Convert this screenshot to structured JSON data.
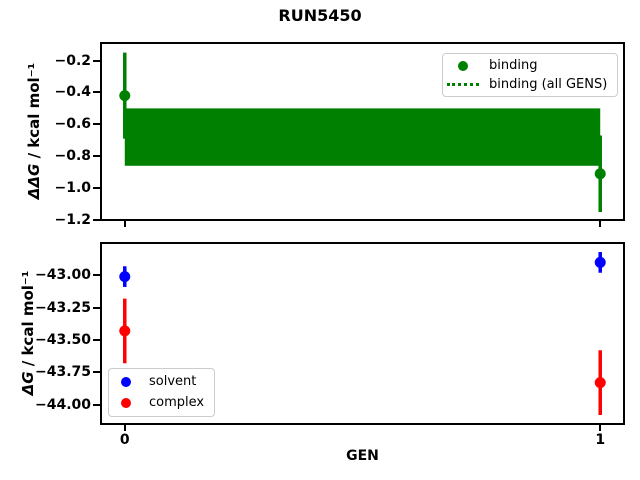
{
  "figure": {
    "title": "RUN5450"
  },
  "chart_data": [
    {
      "type": "scatter",
      "ylabel": "ΔΔG / kcal mol⁻¹",
      "ylabel_symbol": "ΔΔG",
      "ylabel_units": " / kcal mol⁻¹",
      "xlim": [
        -0.05,
        1.05
      ],
      "ylim": [
        -1.2,
        -0.09
      ],
      "xticks": [
        0,
        1
      ],
      "xtick_labels": [
        "",
        ""
      ],
      "yticks": [
        -0.2,
        -0.4,
        -0.6,
        -0.8,
        -1.0,
        -1.2
      ],
      "ytick_labels": [
        "−0.2",
        "−0.4",
        "−0.6",
        "−0.8",
        "−1.0",
        "−1.2"
      ],
      "grid": false,
      "series": [
        {
          "name": "binding",
          "marker": "circle",
          "color": "#008000",
          "x": [
            0,
            1
          ],
          "y": [
            -0.42,
            -0.91
          ],
          "yerr": [
            0.27,
            0.24
          ]
        }
      ],
      "band": {
        "name": "binding (all GENS)",
        "color": "#008000",
        "x_range": [
          0,
          1
        ],
        "y_low": -0.86,
        "y_high": -0.5,
        "mean": -0.68
      },
      "legend": {
        "position": "upper right",
        "entries": [
          {
            "label": "binding",
            "marker": "dot",
            "color": "#008000"
          },
          {
            "label": "binding (all GENS)",
            "marker": "dotted-line",
            "color": "#008000"
          }
        ]
      }
    },
    {
      "type": "scatter",
      "xlabel": "GEN",
      "ylabel": "ΔG / kcal mol⁻¹",
      "ylabel_symbol": "ΔG",
      "ylabel_units": " / kcal mol⁻¹",
      "xlim": [
        -0.05,
        1.05
      ],
      "ylim": [
        -44.15,
        -42.75
      ],
      "xticks": [
        0,
        1
      ],
      "xtick_labels": [
        "0",
        "1"
      ],
      "yticks": [
        -43.0,
        -43.25,
        -43.5,
        -43.75,
        -44.0
      ],
      "ytick_labels": [
        "−43.00",
        "−43.25",
        "−43.50",
        "−43.75",
        "−44.00"
      ],
      "grid": false,
      "series": [
        {
          "name": "solvent",
          "marker": "circle",
          "color": "#0000ff",
          "x": [
            0,
            1
          ],
          "y": [
            -43.01,
            -42.9
          ],
          "yerr": [
            0.08,
            0.08
          ]
        },
        {
          "name": "complex",
          "marker": "circle",
          "color": "#ff0000",
          "x": [
            0,
            1
          ],
          "y": [
            -43.43,
            -43.83
          ],
          "yerr": [
            0.25,
            0.25
          ]
        }
      ],
      "legend": {
        "position": "lower left",
        "entries": [
          {
            "label": "solvent",
            "marker": "dot",
            "color": "#0000ff"
          },
          {
            "label": "complex",
            "marker": "dot",
            "color": "#ff0000"
          }
        ]
      }
    }
  ]
}
